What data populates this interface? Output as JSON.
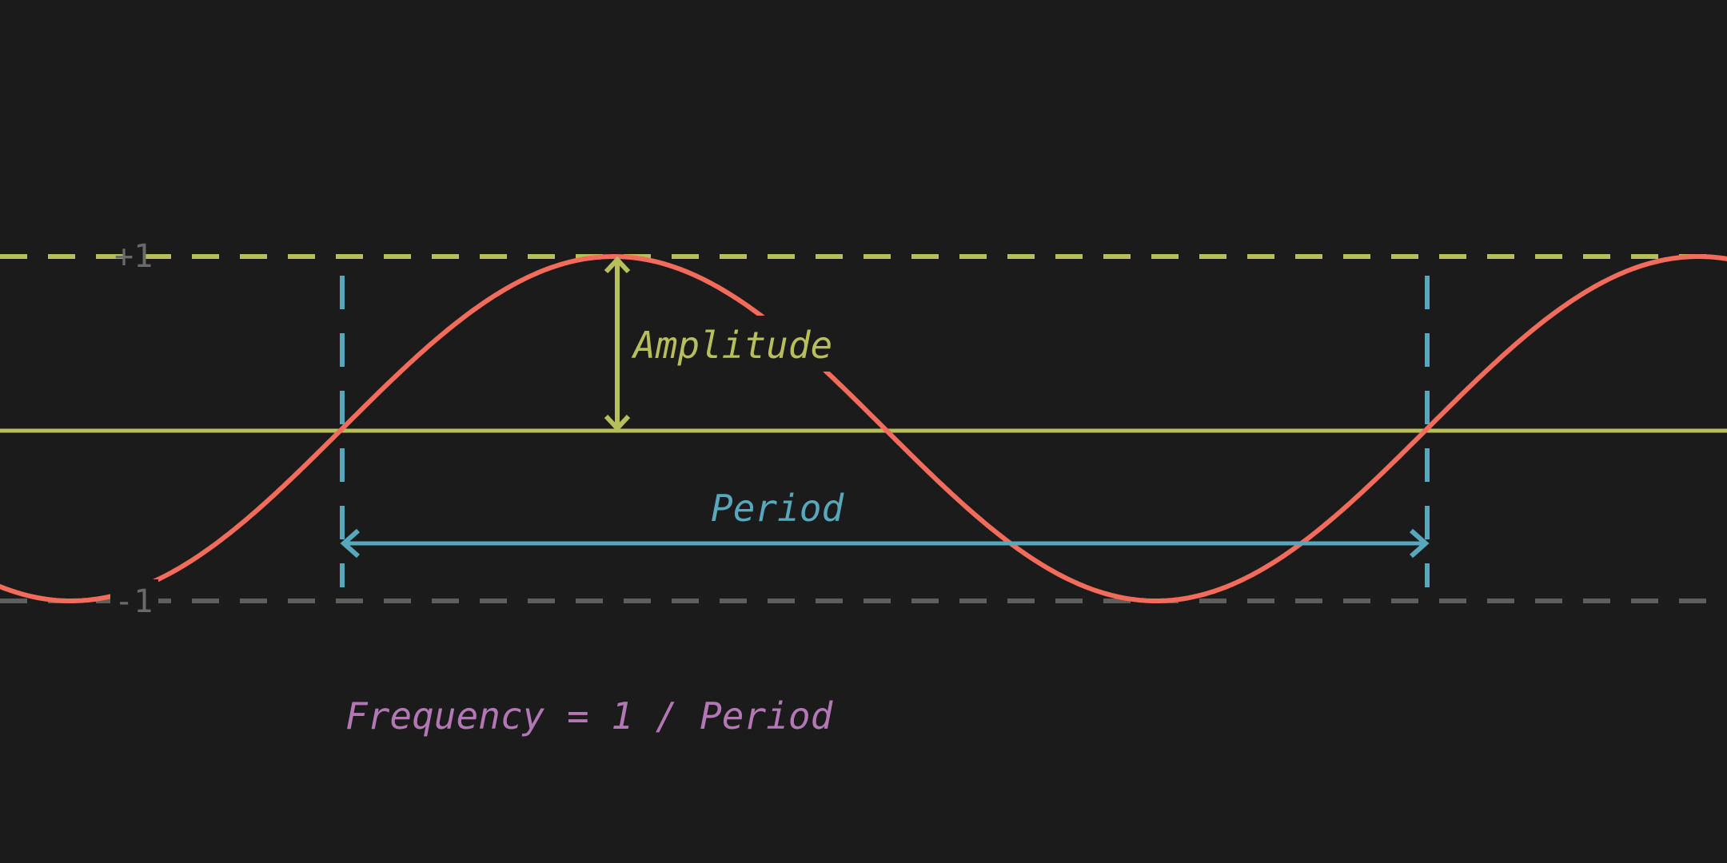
{
  "colors": {
    "background": "#1b1b1b",
    "wave": "#f26b5b",
    "amplitude": "#b7be5c",
    "period": "#58a8bd",
    "frequency": "#b277b4",
    "axis_label": "#6a6a6a",
    "lower_guide": "#5e5e5e"
  },
  "labels": {
    "max": "+1",
    "min": "-1",
    "amplitude": "Amplitude",
    "period": "Period",
    "frequency_formula": "Frequency = 1 / Period"
  },
  "wave": {
    "function": "sine",
    "amplitude": 1,
    "peak_value": 1,
    "trough_value": -1
  }
}
